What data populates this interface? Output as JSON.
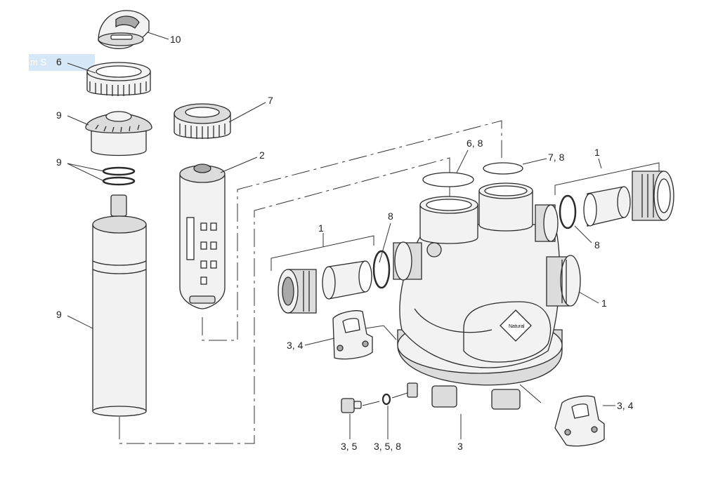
{
  "diagram": {
    "callouts": {
      "c10": "10",
      "c6": "6",
      "c9a": "9",
      "c9b": "9",
      "c9c": "9",
      "c7": "7",
      "c2": "2",
      "c68": "6, 8",
      "c78": "7, 8",
      "c1a": "1",
      "c8a": "8",
      "c1b": "1",
      "c8b": "8",
      "c1c": "1",
      "c34a": "3, 4",
      "c34b": "3, 4",
      "c35": "3, 5",
      "c358": "3, 5, 8",
      "c3": "3"
    },
    "selection_text": "m S",
    "badge_text": "Natural"
  },
  "colors": {
    "line": "#333333",
    "selection": "#cfe3f6"
  }
}
